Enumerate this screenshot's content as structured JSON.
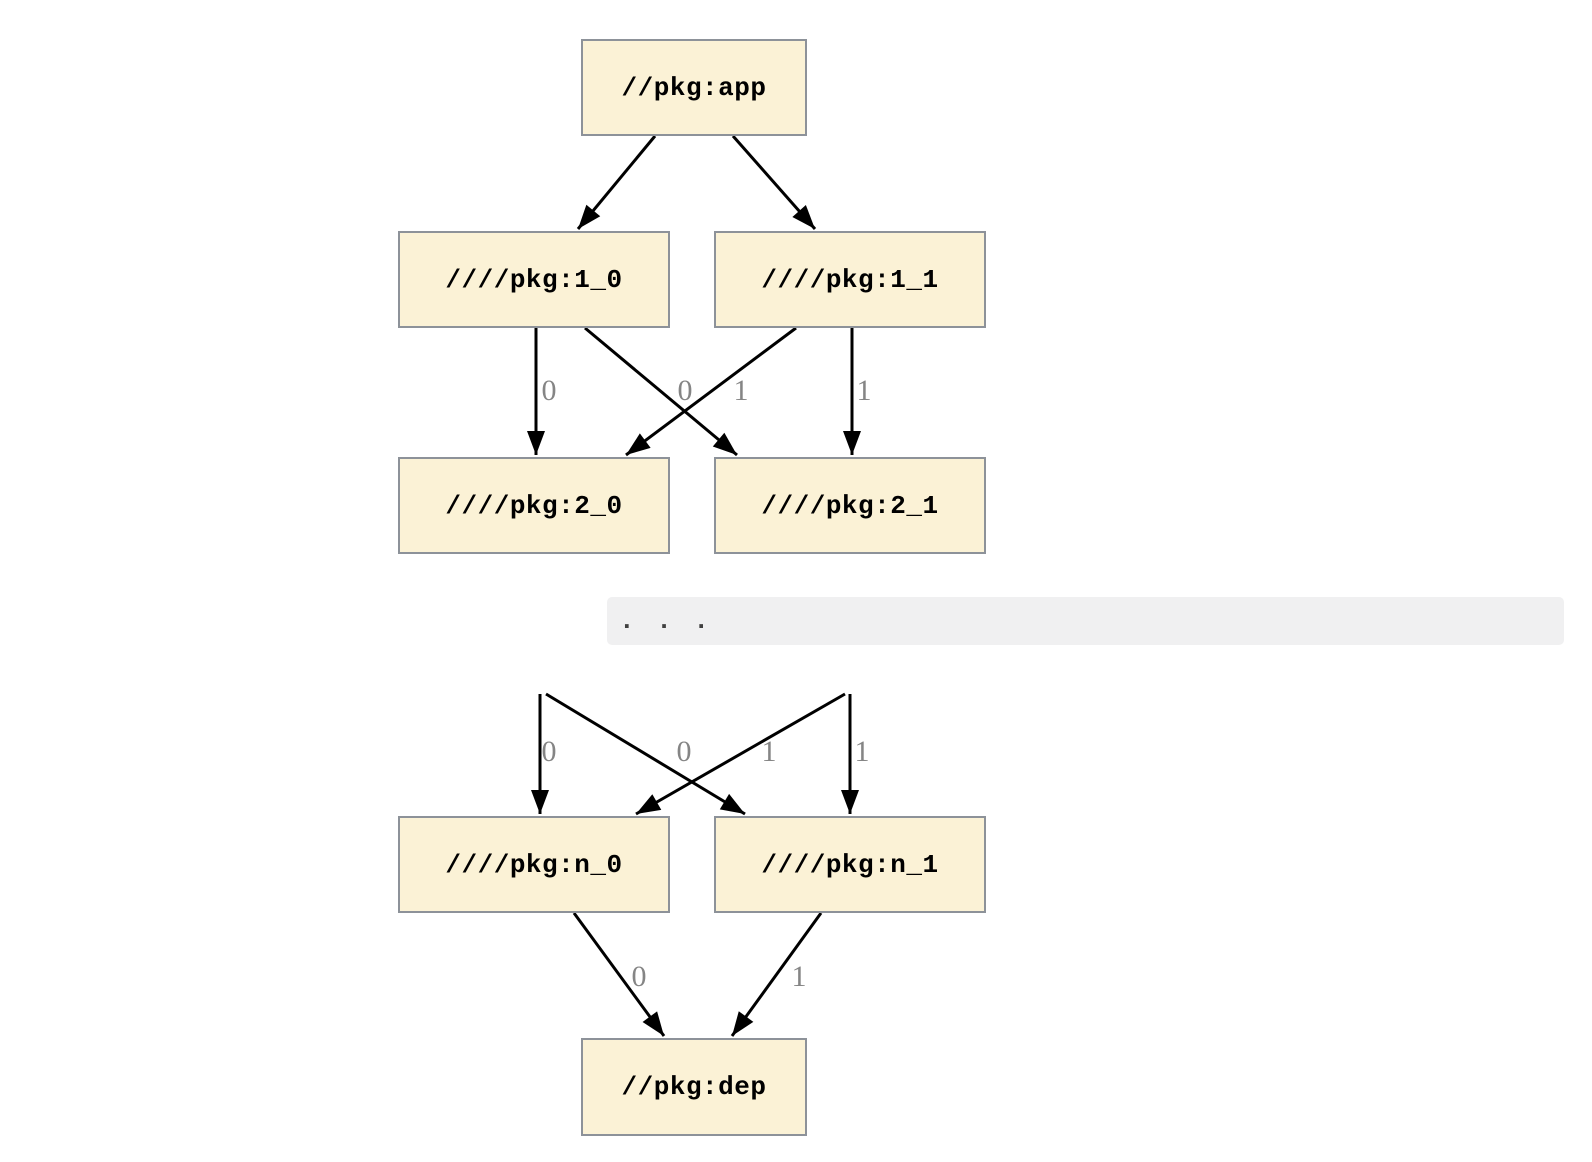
{
  "diagram": {
    "nodes": {
      "app": {
        "label": "//pkg:app"
      },
      "v1_0": {
        "label": "////pkg:1_0"
      },
      "v1_1": {
        "label": "////pkg:1_1"
      },
      "v2_0": {
        "label": "////pkg:2_0"
      },
      "v2_1": {
        "label": "////pkg:2_1"
      },
      "vn_0": {
        "label": "////pkg:n_0"
      },
      "vn_1": {
        "label": "////pkg:n_1"
      },
      "dep": {
        "label": "//pkg:dep"
      }
    },
    "ellipsis": ". . .",
    "edges": [
      {
        "from": "//pkg:app",
        "to": "////pkg:1_0",
        "label": ""
      },
      {
        "from": "//pkg:app",
        "to": "////pkg:1_1",
        "label": ""
      },
      {
        "from": "////pkg:1_0",
        "to": "////pkg:2_0",
        "label": "0"
      },
      {
        "from": "////pkg:1_0",
        "to": "////pkg:2_1",
        "label": "0"
      },
      {
        "from": "////pkg:1_1",
        "to": "////pkg:2_0",
        "label": "1"
      },
      {
        "from": "////pkg:1_1",
        "to": "////pkg:2_1",
        "label": "1"
      },
      {
        "from": "...",
        "to": "////pkg:n_0",
        "label": "0"
      },
      {
        "from": "...",
        "to": "////pkg:n_1",
        "label": "0"
      },
      {
        "from": "...",
        "to": "////pkg:n_0",
        "label": "1"
      },
      {
        "from": "...",
        "to": "////pkg:n_1",
        "label": "1"
      },
      {
        "from": "////pkg:n_0",
        "to": "//pkg:dep",
        "label": "0"
      },
      {
        "from": "////pkg:n_1",
        "to": "//pkg:dep",
        "label": "1"
      }
    ],
    "colors": {
      "node_fill": "#FBF2D6",
      "node_border": "#8D9299",
      "edge": "#000000",
      "edge_label": "#858585",
      "ellipsis_background": "#F0F0F1"
    }
  }
}
